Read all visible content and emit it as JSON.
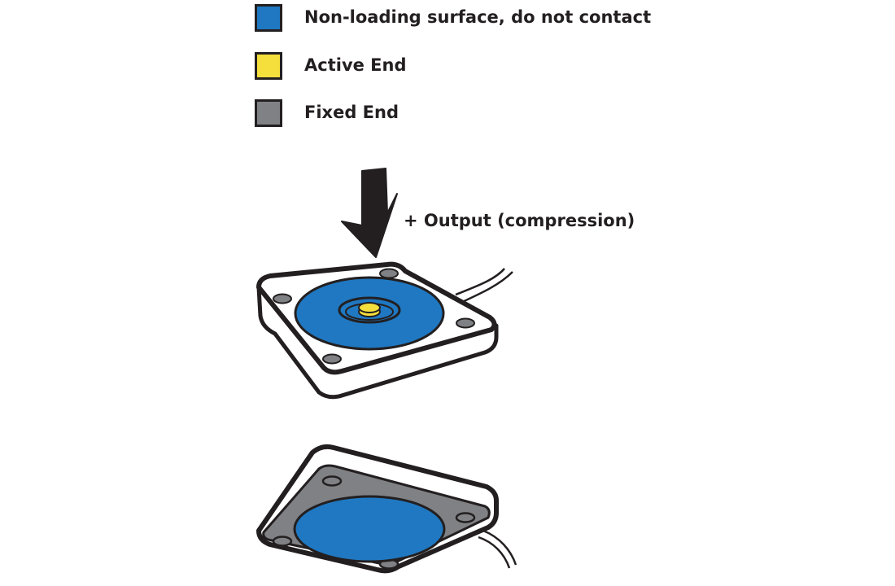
{
  "legend": [
    {
      "label": "Non-loading surface, do not contact",
      "color": "#1f78c1"
    },
    {
      "label": "Active End",
      "color": "#f5df3c"
    },
    {
      "label": "Fixed End",
      "color": "#808184"
    }
  ],
  "output_label": "+ Output (compression)",
  "colors": {
    "outline": "#231f20",
    "plate": "#ffffff",
    "non_loading": "#1f78c1",
    "active": "#f5df3c",
    "fixed": "#808184",
    "hole": "#808184"
  }
}
